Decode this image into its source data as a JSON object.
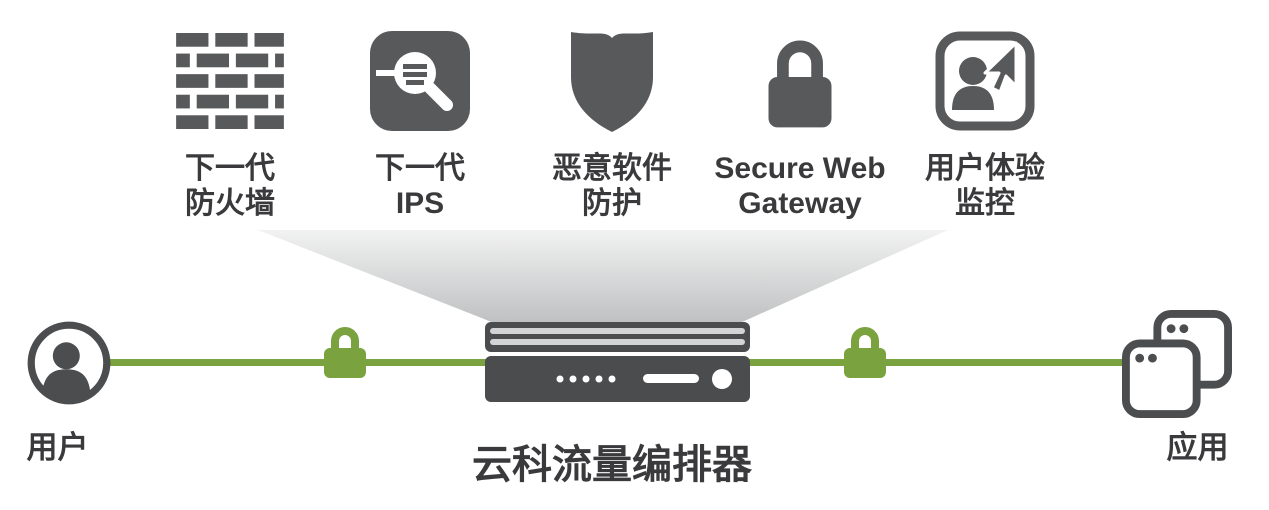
{
  "services": [
    {
      "name": "next-gen-firewall",
      "icon": "firewall-brick-icon",
      "label_line1": "下一代",
      "label_line2": "防火墙"
    },
    {
      "name": "next-gen-ips",
      "icon": "magnifier-inspect-icon",
      "label_line1": "下一代",
      "label_line2": "IPS"
    },
    {
      "name": "malware-protection",
      "icon": "shield-icon",
      "label_line1": "恶意软件",
      "label_line2": "防护"
    },
    {
      "name": "secure-web-gateway",
      "icon": "padlock-icon",
      "label_line1": "Secure Web",
      "label_line2": "Gateway"
    },
    {
      "name": "user-experience-monitoring",
      "icon": "user-cursor-icon",
      "label_line1": "用户体验",
      "label_line2": "监控"
    }
  ],
  "endpoints": {
    "left": {
      "label": "用户",
      "icon": "user-circle-icon"
    },
    "right": {
      "label": "应用",
      "icon": "stacked-apps-icon"
    }
  },
  "orchestrator": {
    "label": "云科流量编排器",
    "icon": "appliance-icon"
  },
  "colors": {
    "icon_gray": "#58595b",
    "text_dark": "#3a3a3c",
    "accent_green": "#7aa23f"
  }
}
